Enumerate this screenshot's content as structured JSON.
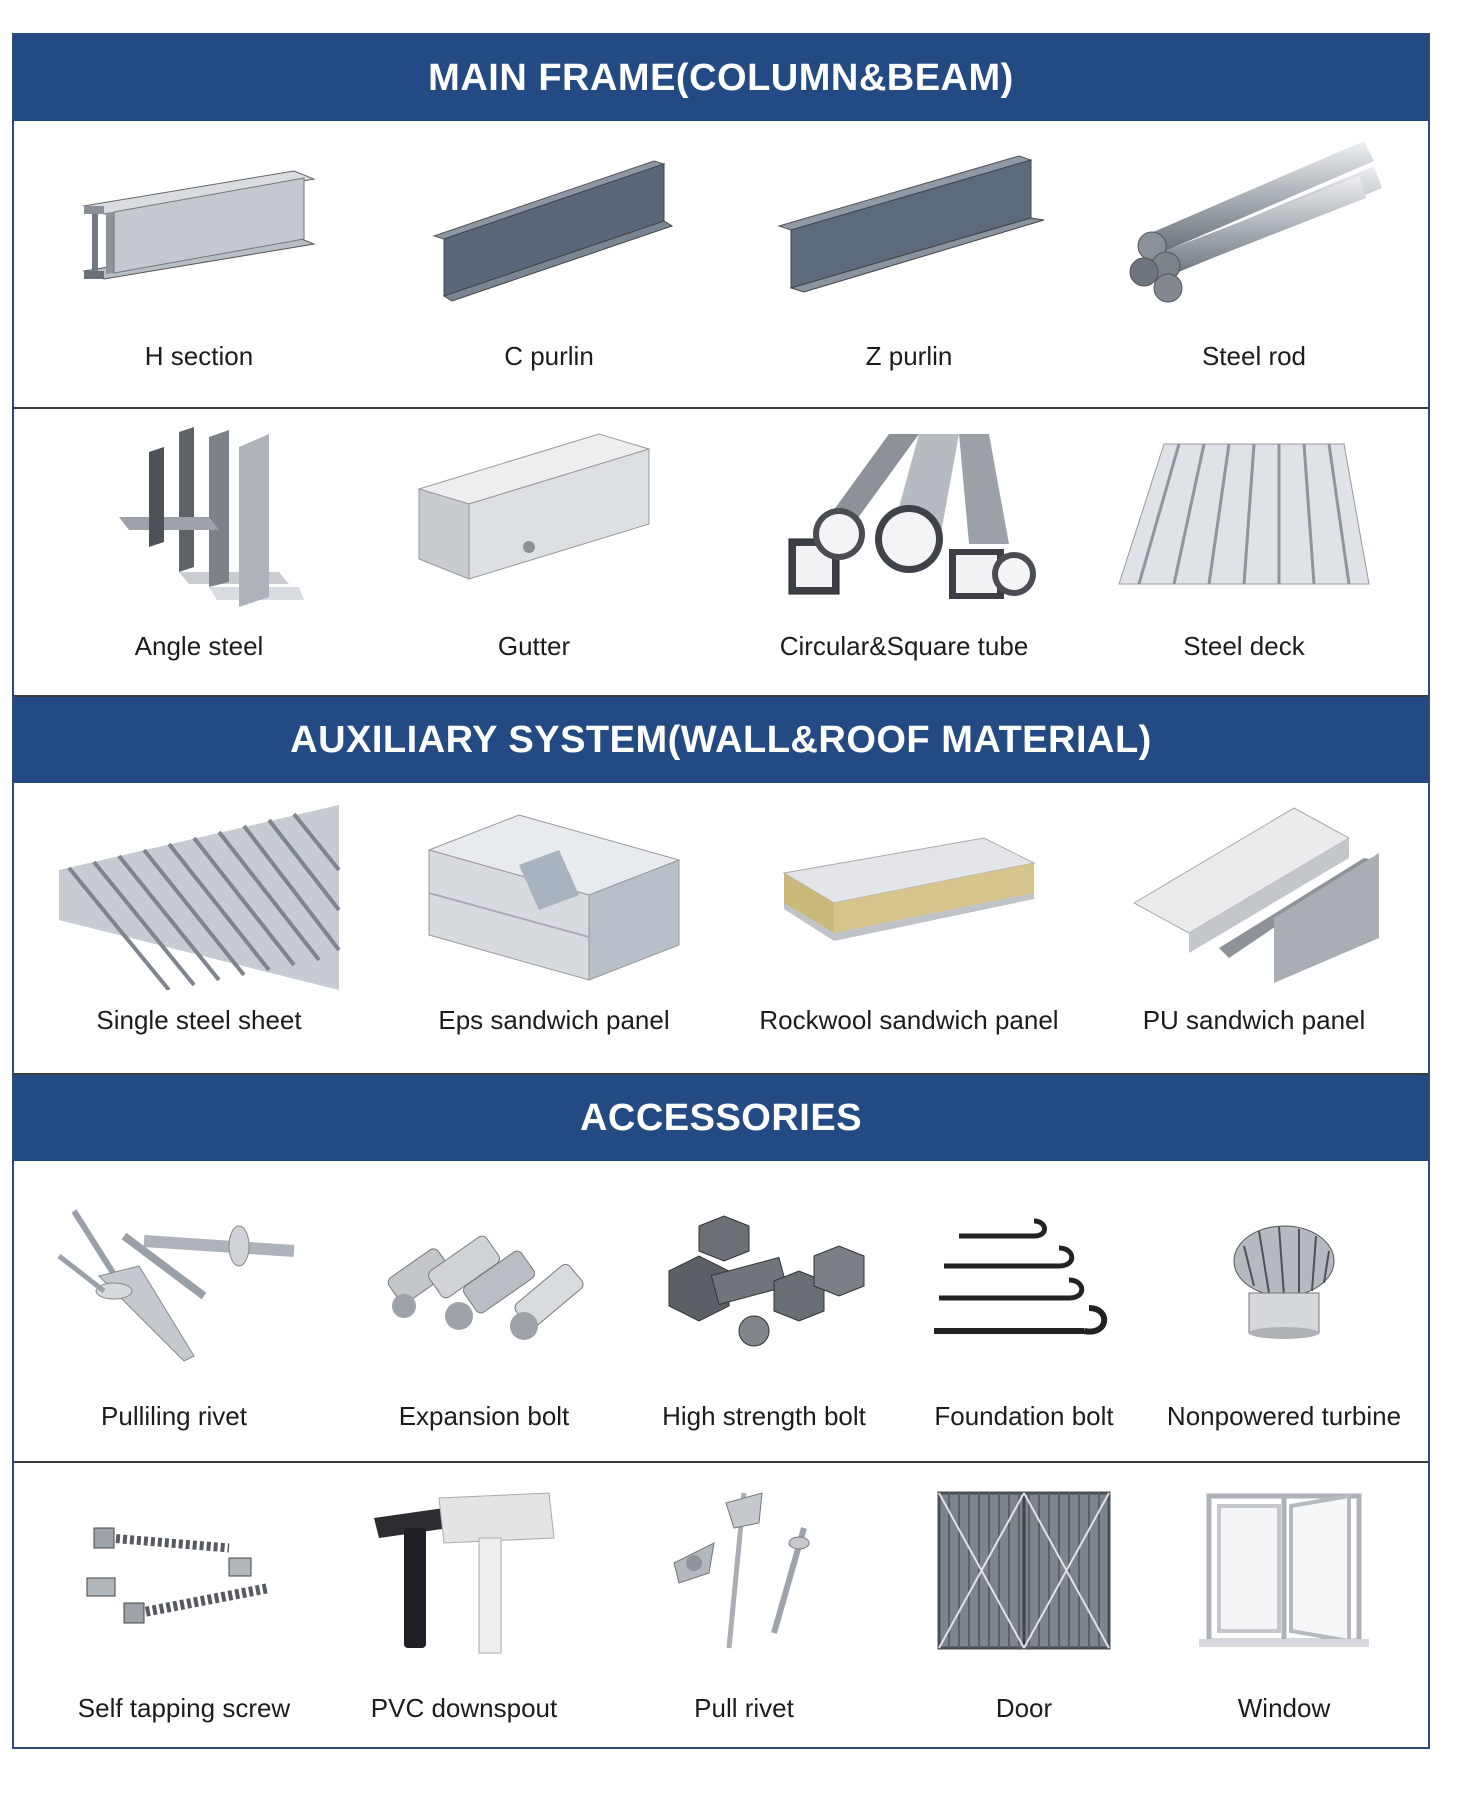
{
  "sections": {
    "main_frame": "MAIN FRAME(COLUMN&BEAM)",
    "auxiliary": "AUXILIARY SYSTEM(WALL&ROOF MATERIAL)",
    "accessories": "ACCESSORIES"
  },
  "main_frame_row1": [
    {
      "label": "H section",
      "icon": "h-section-icon"
    },
    {
      "label": "C purlin",
      "icon": "c-purlin-icon"
    },
    {
      "label": "Z purlin",
      "icon": "z-purlin-icon"
    },
    {
      "label": "Steel rod",
      "icon": "steel-rod-icon"
    }
  ],
  "main_frame_row2": [
    {
      "label": "Angle steel",
      "icon": "angle-steel-icon"
    },
    {
      "label": "Gutter",
      "icon": "gutter-icon"
    },
    {
      "label": "Circular&Square tube",
      "icon": "tube-icon"
    },
    {
      "label": "Steel deck",
      "icon": "steel-deck-icon"
    }
  ],
  "auxiliary_row": [
    {
      "label": "Single steel sheet",
      "icon": "steel-sheet-icon"
    },
    {
      "label": "Eps sandwich panel",
      "icon": "eps-panel-icon"
    },
    {
      "label": "Rockwool sandwich panel",
      "icon": "rockwool-panel-icon"
    },
    {
      "label": "PU sandwich panel",
      "icon": "pu-panel-icon"
    }
  ],
  "accessories_row1": [
    {
      "label": "Pulliling rivet",
      "icon": "rivet-icon"
    },
    {
      "label": "Expansion bolt",
      "icon": "expansion-bolt-icon"
    },
    {
      "label": "High strength bolt",
      "icon": "hex-bolt-icon"
    },
    {
      "label": "Foundation bolt",
      "icon": "foundation-bolt-icon"
    },
    {
      "label": "Nonpowered turbine",
      "icon": "turbine-icon"
    }
  ],
  "accessories_row2": [
    {
      "label": "Self tapping screw",
      "icon": "screw-icon"
    },
    {
      "label": "PVC downspout",
      "icon": "downspout-icon"
    },
    {
      "label": "Pull rivet",
      "icon": "pull-rivet-icon"
    },
    {
      "label": "Door",
      "icon": "door-icon"
    },
    {
      "label": "Window",
      "icon": "window-icon"
    }
  ],
  "colors": {
    "band": "#234a82",
    "border": "#3a3a3a",
    "text": "#1c1c1c",
    "metal": "#9aa0a8"
  }
}
